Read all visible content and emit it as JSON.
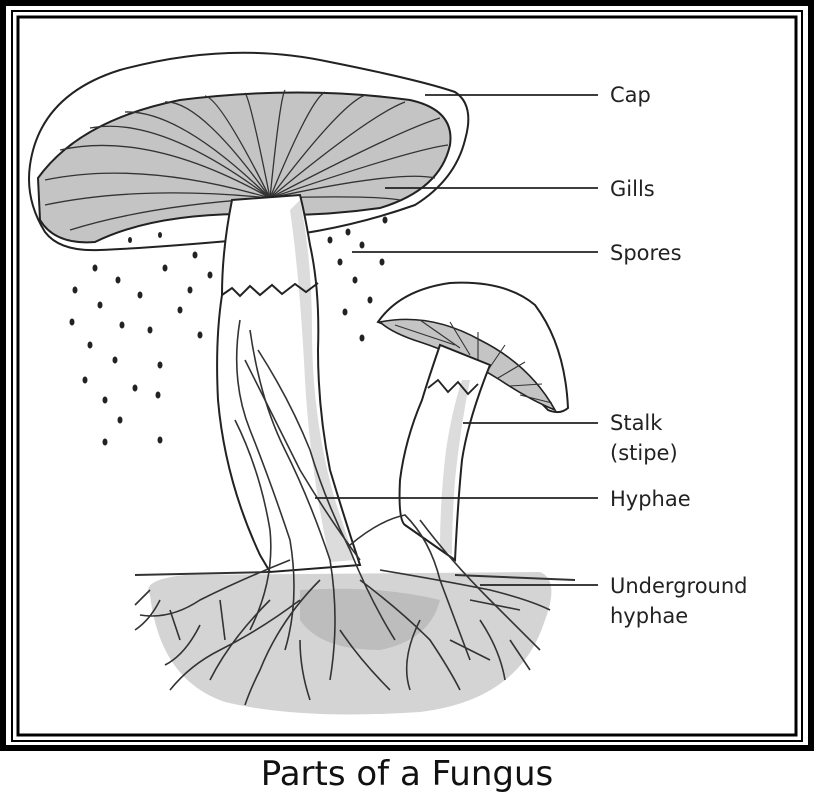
{
  "diagram": {
    "labels": {
      "cap": "Cap",
      "gills": "Gills",
      "spores": "Spores",
      "stalk_line1": "Stalk",
      "stalk_line2": "(stipe)",
      "hyphae": "Hyphae",
      "underground_line1": "Underground",
      "underground_line2": "hyphae"
    },
    "colors": {
      "frame": "#000000",
      "gill": "#c4c4c4",
      "stalk_shade": "#dcdcdc",
      "soil": "#d2d2d2",
      "ink": "#222222"
    }
  },
  "caption": "Parts of a Fungus"
}
